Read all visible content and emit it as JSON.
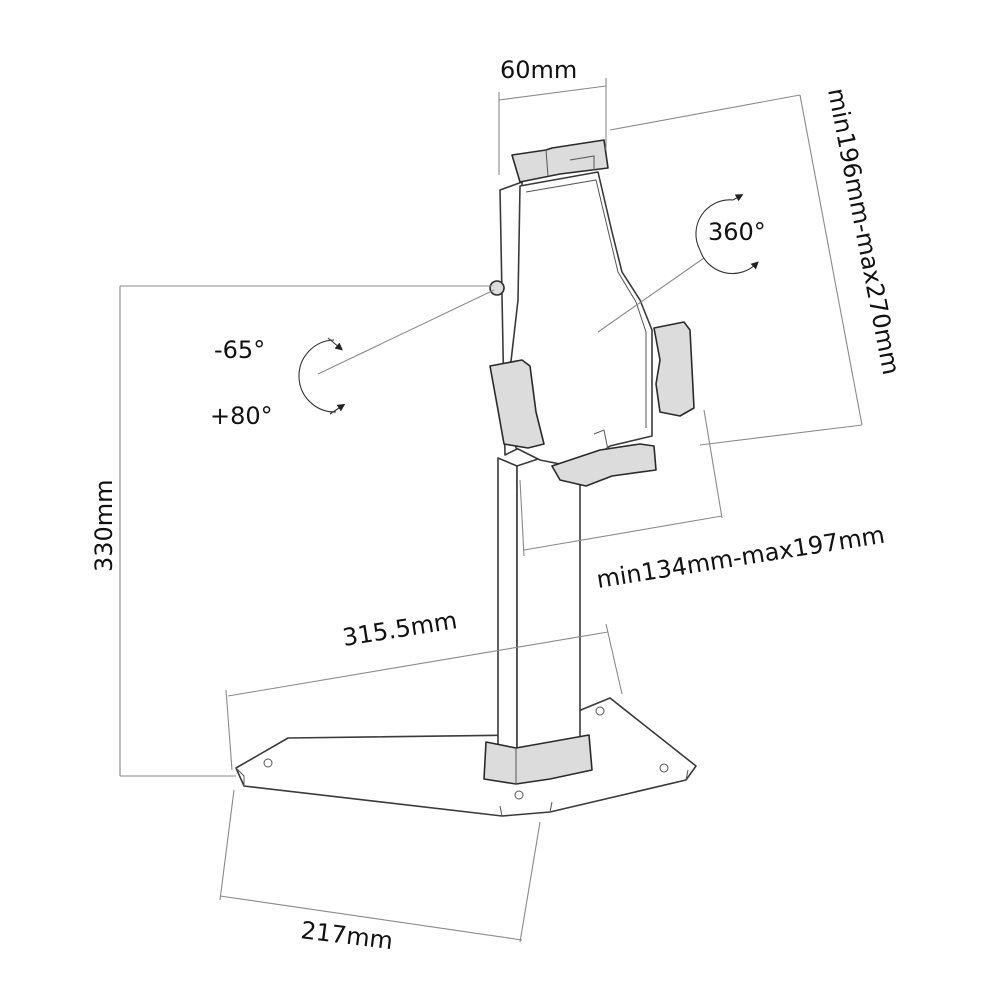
{
  "dimensions": {
    "top_width": "60mm",
    "holder_height": "min196mm-max270mm",
    "holder_width": "min134mm-max197mm",
    "rotation": "360°",
    "tilt_back": "-65°",
    "tilt_forward": "+80°",
    "total_height": "330mm",
    "base_depth": "315.5mm",
    "base_width": "217mm"
  }
}
